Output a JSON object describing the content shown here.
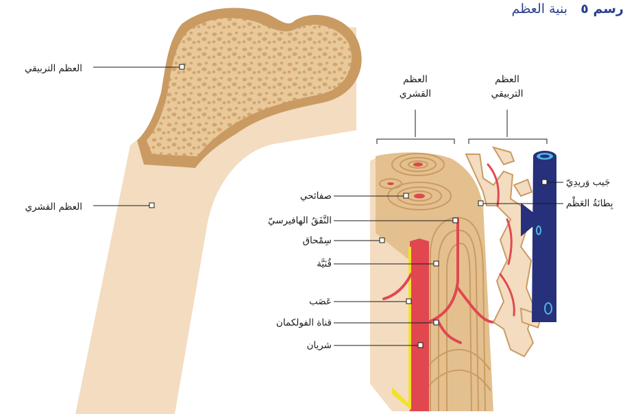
{
  "title": {
    "number": "رسم ٥",
    "text": "بنية العظم"
  },
  "femur_labels": {
    "spongy": "العظم التربيقي",
    "compact": "العظم القشري"
  },
  "section_headers": {
    "compact_line1": "العظم",
    "compact_line2": "القشري",
    "spongy_line1": "العظم",
    "spongy_line2": "التربيقي"
  },
  "structure_labels": {
    "lamellae": "صفائحي",
    "haversian_canal": "النَّفَقُ الهافيرسيّ",
    "periosteum": "سِمْحاق",
    "canaliculus": "قُنَيَّة",
    "nerve": "عَصَب",
    "volkmann_canal": "قناة الفولكمان",
    "artery": "شريان",
    "venous_sinus": "جَيب وَريدِيّ",
    "endosteum": "بِطانَةُ العَظْم"
  },
  "colors": {
    "title": "#2b3f8f",
    "bone_light": "#f3dcc0",
    "bone_mid": "#e4c08f",
    "bone_dark": "#c99b62",
    "artery": "#e0474f",
    "vein": "#27307a",
    "nerve": "#f2e229"
  }
}
